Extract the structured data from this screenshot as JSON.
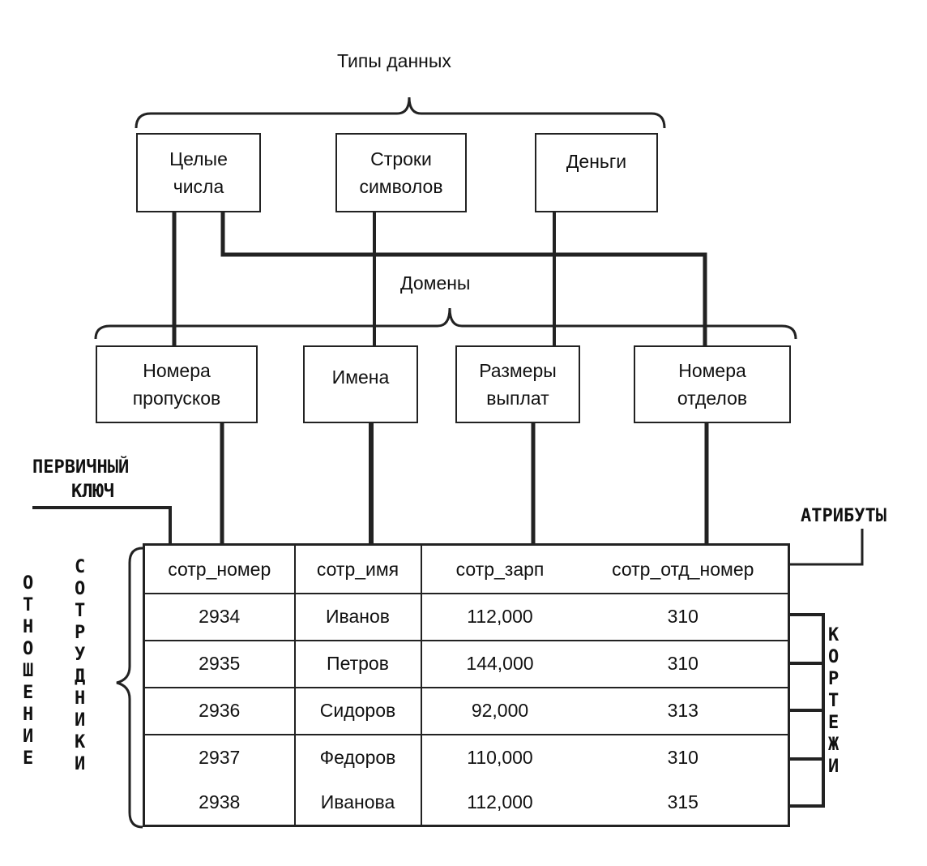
{
  "data_types": {
    "title": "Типы данных",
    "items": [
      {
        "line1": "Целые",
        "line2": "числа"
      },
      {
        "line1": "Строки",
        "line2": "символов"
      },
      {
        "line1": "Деньги",
        "line2": ""
      }
    ]
  },
  "domains": {
    "title": "Домены",
    "items": [
      {
        "line1": "Номера",
        "line2": "пропусков"
      },
      {
        "line1": "Имена",
        "line2": ""
      },
      {
        "line1": "Размеры",
        "line2": "выплат"
      },
      {
        "line1": "Номера",
        "line2": "отделов"
      }
    ]
  },
  "labels": {
    "primary_key_line1": "ПЕРВИЧНЫЙ",
    "primary_key_line2": "КЛЮЧ",
    "attributes": "АТРИБУТЫ",
    "relation": "ОТНОШЕНИЕ",
    "relation_name": "СОТРУДНИКИ",
    "tuples": "КОРТЕЖИ"
  },
  "table": {
    "headers": [
      "сотр_номер",
      "сотр_имя",
      "сотр_зарп",
      "сотр_отд_номер"
    ],
    "rows": [
      [
        "2934",
        "Иванов",
        "112,000",
        "310"
      ],
      [
        "2935",
        "Петров",
        "144,000",
        "310"
      ],
      [
        "2936",
        "Сидоров",
        "92,000",
        "313"
      ],
      [
        "2937",
        "Федоров",
        "110,000",
        "310"
      ],
      [
        "2938",
        "Иванова",
        "112,000",
        "315"
      ]
    ]
  }
}
